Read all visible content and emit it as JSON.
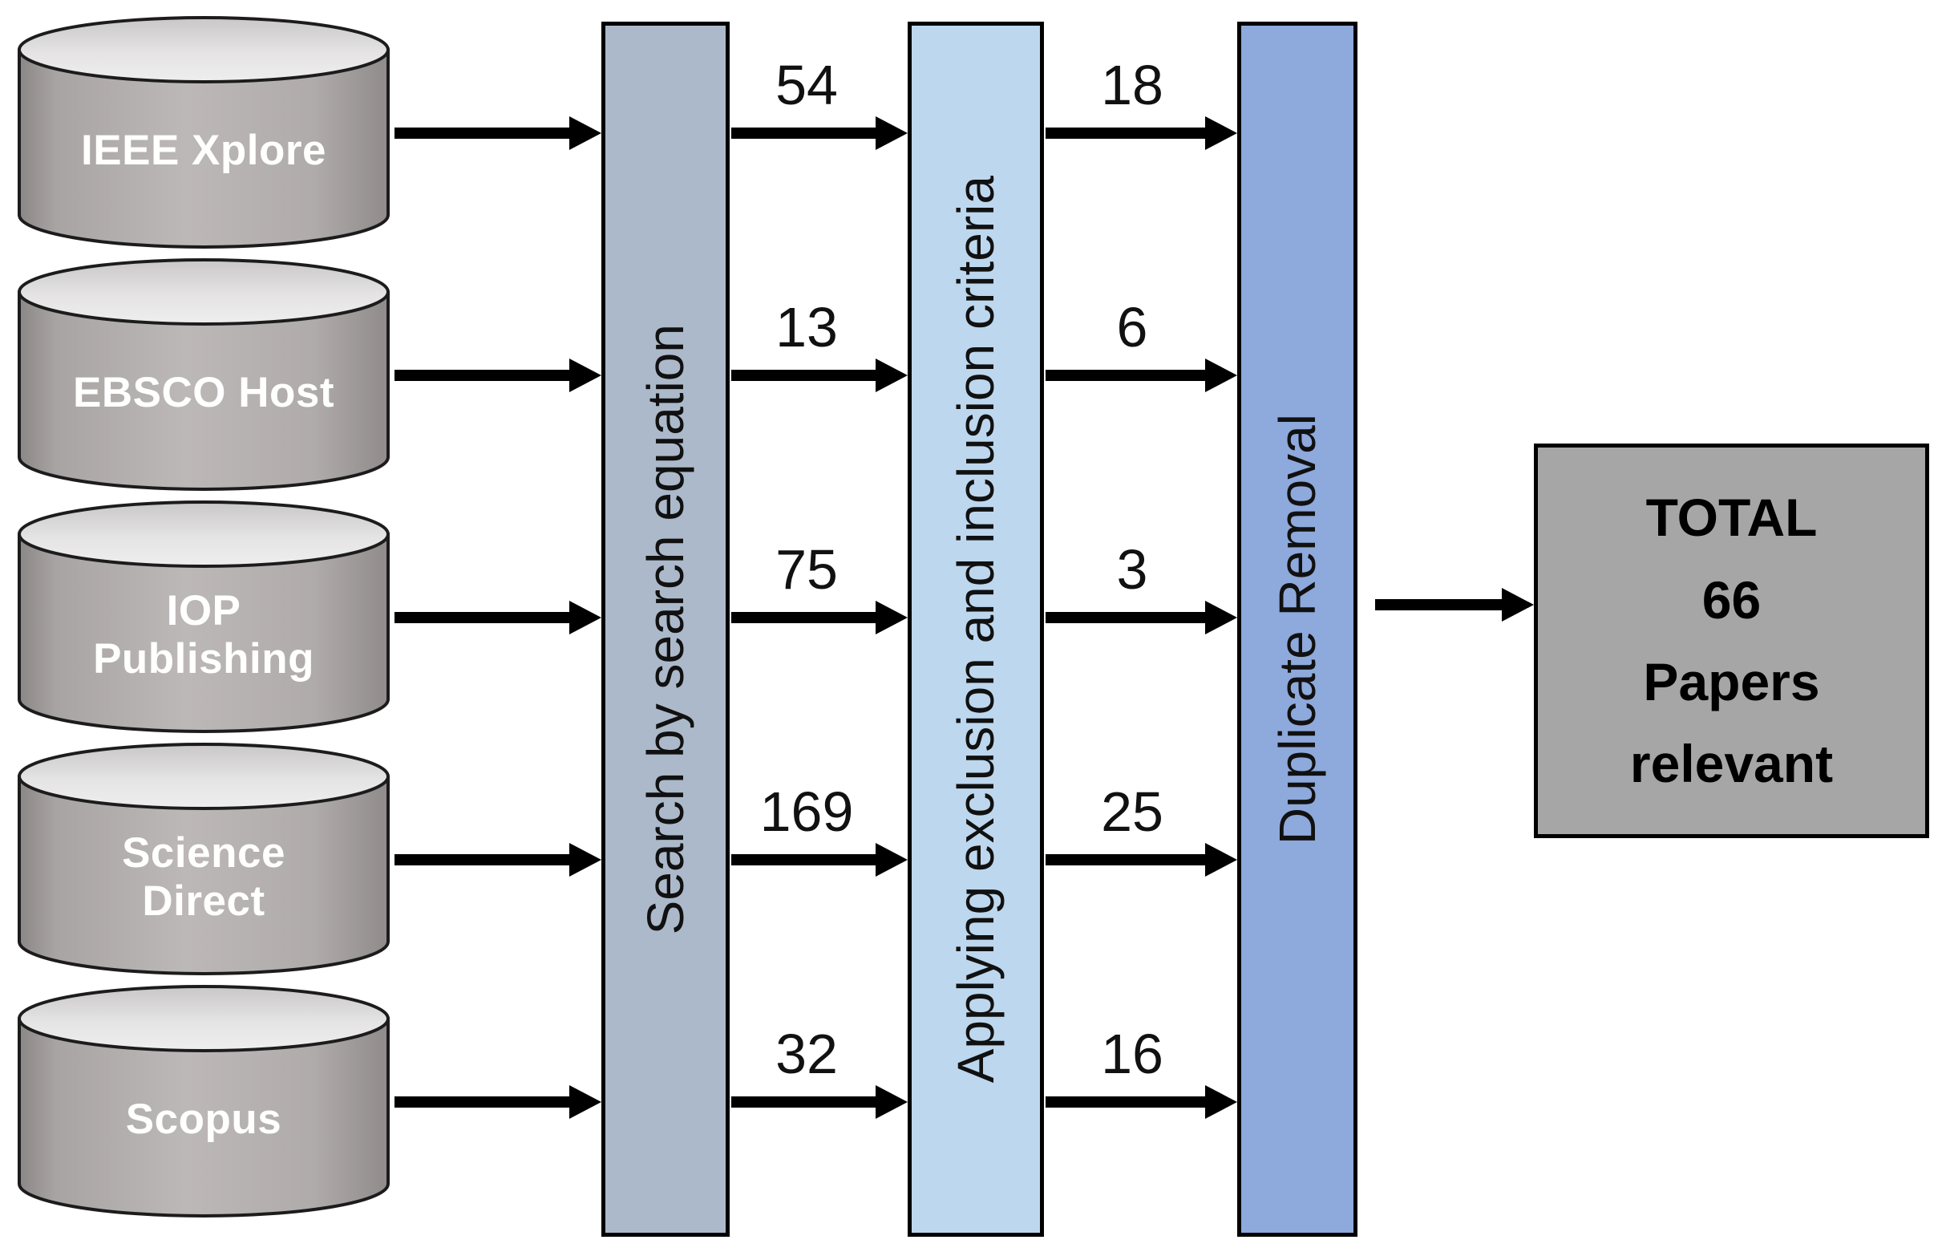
{
  "databases": [
    {
      "line1": "IEEE Xplore"
    },
    {
      "line1": "EBSCO Host"
    },
    {
      "line1": "IOP",
      "line2": "Publishing"
    },
    {
      "line1": "Science",
      "line2": "Direct"
    },
    {
      "line1": "Scopus"
    }
  ],
  "stages": [
    {
      "label": "Search by search equation",
      "fill": "#ACB9CA"
    },
    {
      "label": "Applying exclusion and inclusion criteria",
      "fill": "#BDD7EE"
    },
    {
      "label": "Duplicate Removal",
      "fill": "#8EA9DB"
    }
  ],
  "counts": {
    "after_search": [
      "54",
      "13",
      "75",
      "169",
      "32"
    ],
    "after_criteria": [
      "18",
      "6",
      "3",
      "25",
      "16"
    ]
  },
  "total_box": {
    "line1": "TOTAL",
    "line2": "66",
    "line3": "Papers",
    "line4": "relevant",
    "fill": "#A6A6A6"
  },
  "colors": {
    "cylinder_body": "#B3AEAE",
    "cylinder_top": "#DCDCDC",
    "arrow": "#000000",
    "border": "#000000"
  }
}
